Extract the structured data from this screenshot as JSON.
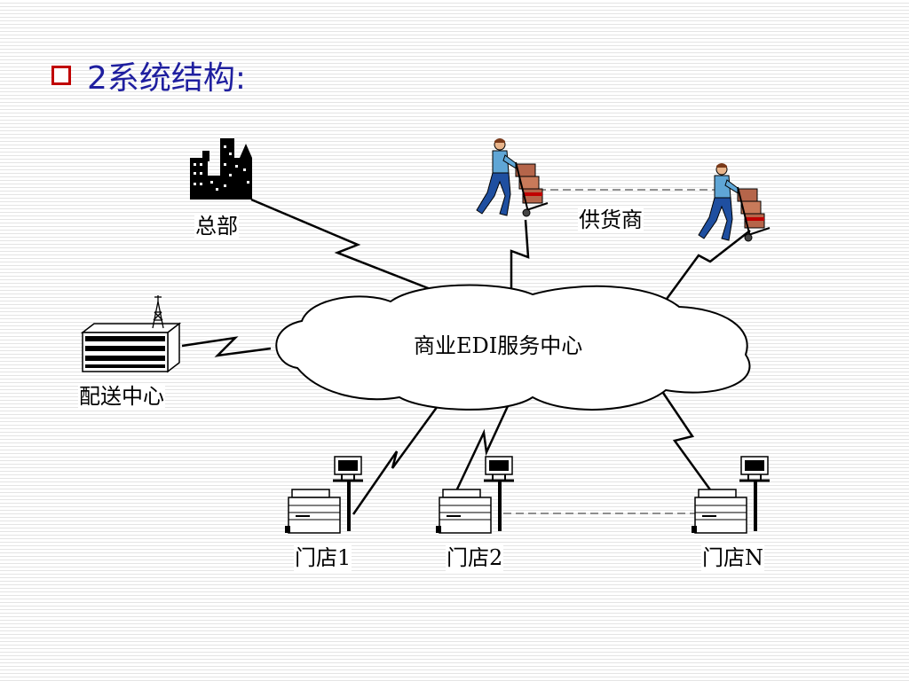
{
  "title": {
    "number": "2",
    "text": "系统结构:"
  },
  "cloud_label": "商业EDI服务中心",
  "nodes": {
    "hq": "总部",
    "supplier": "供货商",
    "distribution": "配送中心",
    "store1": "门店1",
    "store2": "门店2",
    "storeN": "门店N"
  },
  "icons": {
    "hq": "city-buildings-icon",
    "supplier_1": "delivery-worker-icon",
    "supplier_2": "delivery-worker-icon",
    "distribution": "warehouse-antenna-icon",
    "stores": "pos-terminal-icon"
  },
  "colors": {
    "title": "#1f1f9f",
    "bullet": "#c00000",
    "worker_shirt": "#5fa6d6",
    "worker_pants": "#1f4fa0",
    "boxes": "#b5654a"
  }
}
